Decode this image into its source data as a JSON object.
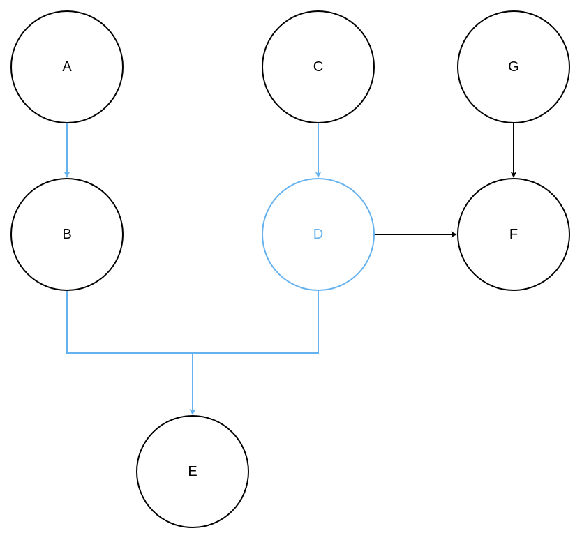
{
  "colors": {
    "default": "#000000",
    "highlight": "#66b2ee",
    "background": "#ffffff"
  },
  "nodes": {
    "A": {
      "label": "A",
      "highlighted": false
    },
    "B": {
      "label": "B",
      "highlighted": false
    },
    "C": {
      "label": "C",
      "highlighted": false
    },
    "D": {
      "label": "D",
      "highlighted": true
    },
    "E": {
      "label": "E",
      "highlighted": false
    },
    "F": {
      "label": "F",
      "highlighted": false
    },
    "G": {
      "label": "G",
      "highlighted": false
    }
  },
  "edges": [
    {
      "from": "A",
      "to": "B",
      "highlighted": true
    },
    {
      "from": "C",
      "to": "D",
      "highlighted": true
    },
    {
      "from": "G",
      "to": "F",
      "highlighted": false
    },
    {
      "from": "D",
      "to": "F",
      "highlighted": false
    },
    {
      "from": "B",
      "to": "E",
      "highlighted": true
    },
    {
      "from": "D",
      "to": "E",
      "highlighted": true
    }
  ]
}
